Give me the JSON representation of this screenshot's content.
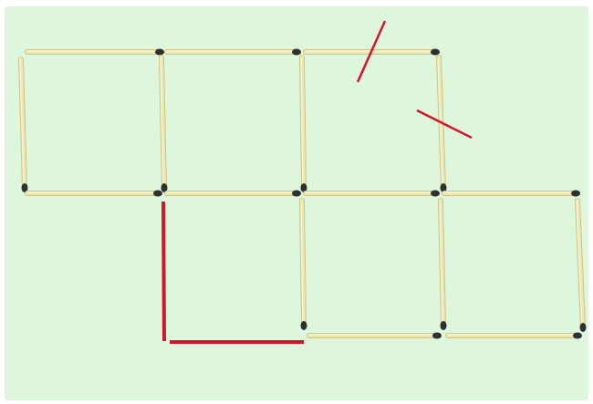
{
  "puzzle": {
    "type": "matchstick-squares",
    "colors": {
      "background": "#ddf6dc",
      "match_body": "#ece7b2",
      "match_edge": "#cfc486",
      "match_highlight": "#f8f5d8",
      "match_head": "#2f2f2f",
      "highlight_stroke": "#d41428"
    },
    "matches": [
      {
        "id": "top-row1-col1",
        "orientation": "horizontal"
      },
      {
        "id": "top-row1-col2",
        "orientation": "horizontal"
      },
      {
        "id": "top-row1-col3",
        "orientation": "horizontal"
      },
      {
        "id": "left-row1-col1",
        "orientation": "vertical"
      },
      {
        "id": "left-row1-col2",
        "orientation": "vertical"
      },
      {
        "id": "left-row1-col3",
        "orientation": "vertical"
      },
      {
        "id": "left-row1-col4",
        "orientation": "vertical"
      },
      {
        "id": "mid-row-col1",
        "orientation": "horizontal"
      },
      {
        "id": "mid-row-col2",
        "orientation": "horizontal"
      },
      {
        "id": "mid-row-col3",
        "orientation": "horizontal"
      },
      {
        "id": "mid-row-col4",
        "orientation": "horizontal"
      },
      {
        "id": "left-row2-col3",
        "orientation": "vertical"
      },
      {
        "id": "left-row2-col4",
        "orientation": "vertical"
      },
      {
        "id": "left-row2-col5",
        "orientation": "vertical"
      },
      {
        "id": "bottom-row-col3",
        "orientation": "horizontal"
      },
      {
        "id": "bottom-row-col4",
        "orientation": "horizontal"
      }
    ],
    "highlighted_matches": [
      {
        "id": "removed-left-row2-col2",
        "orientation": "vertical"
      },
      {
        "id": "removed-bottom-row-col2",
        "orientation": "horizontal"
      }
    ],
    "move_marks": [
      {
        "id": "move-mark-top"
      },
      {
        "id": "move-mark-right"
      }
    ]
  }
}
